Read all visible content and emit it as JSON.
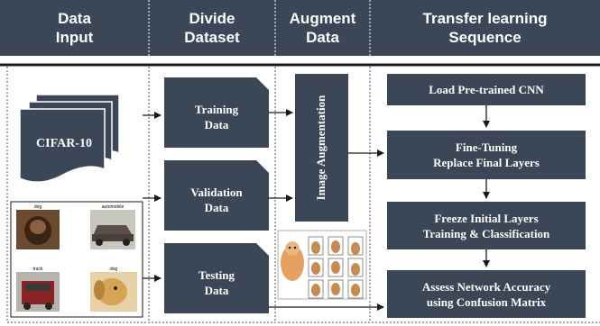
{
  "headers": [
    {
      "line1": "Data",
      "line2": "Input"
    },
    {
      "line1": "Divide",
      "line2": "Dataset"
    },
    {
      "line1": "Augment",
      "line2": "Data"
    },
    {
      "line1": "Transfer learning",
      "line2": "Sequence"
    }
  ],
  "input": {
    "dataset_label": "CIFAR-10",
    "samples": [
      "dog",
      "automobile",
      "truck",
      "dog"
    ]
  },
  "splits": [
    {
      "line1": "Training",
      "line2": "Data"
    },
    {
      "line1": "Validation",
      "line2": "Data"
    },
    {
      "line1": "Testing",
      "line2": "Data"
    }
  ],
  "augment": {
    "label": "Image Augmentation"
  },
  "sequence": [
    {
      "line1": "Load Pre-trained CNN",
      "line2": ""
    },
    {
      "line1": "Fine-Tuning",
      "line2": "Replace Final Layers"
    },
    {
      "line1": "Freeze Initial Layers",
      "line2": "Training & Classification"
    },
    {
      "line1": "Assess Network Accuracy",
      "line2": "using Confusion Matrix"
    }
  ],
  "colors": {
    "header": "#3b4657",
    "box": "#3b4657",
    "arrow": "#1a1a1a"
  }
}
